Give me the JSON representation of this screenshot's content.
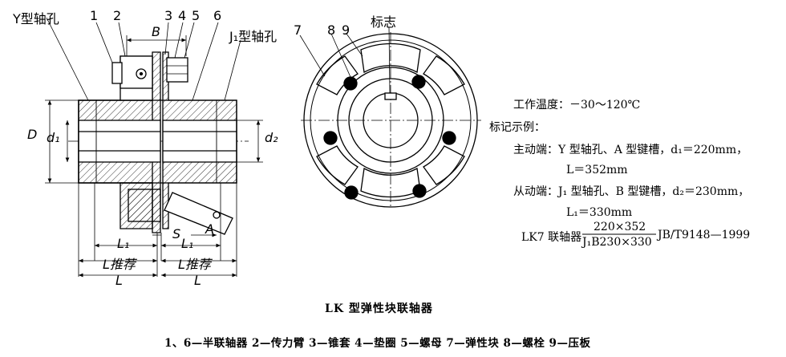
{
  "labels": {
    "y_hole": "Y型轴孔",
    "j1_hole": "J₁型轴孔",
    "mark": "标志",
    "n1": "1",
    "n2": "2",
    "n3": "3",
    "n4": "4",
    "n5": "5",
    "n6": "6",
    "n7": "7",
    "n8": "8",
    "n9": "9",
    "B": "B",
    "D": "D",
    "d1": "d₁",
    "d2": "d₂",
    "S": "S",
    "A": "A",
    "L1_left": "L₁",
    "Lrec_left": "L推荐",
    "L_left": "L",
    "L1_right": "L₁",
    "Lrec_right": "L推荐",
    "L_right": "L"
  },
  "notes": {
    "temp": "工作温度：－30～120℃",
    "example_title": "标记示例：",
    "drive": "主动端：Y 型轴孔、A 型键槽，d₁＝220mm，",
    "drive_len": "L＝352mm",
    "driven": "从动端：J₁ 型轴孔、B 型键槽，d₂＝230mm，",
    "driven_len": "L₁＝330mm",
    "designation_prefix": "LK7 联轴器",
    "designation_num": "220×352",
    "designation_den": "J₁B230×330",
    "designation_std": "JB/T9148—1999"
  },
  "caption": "LK 型弹性块联轴器",
  "parts_legend": "1、6—半联轴器  2—传力臂  3—锥套  4—垫圈  5—螺母  7—弹性块  8—螺栓  9—压板"
}
